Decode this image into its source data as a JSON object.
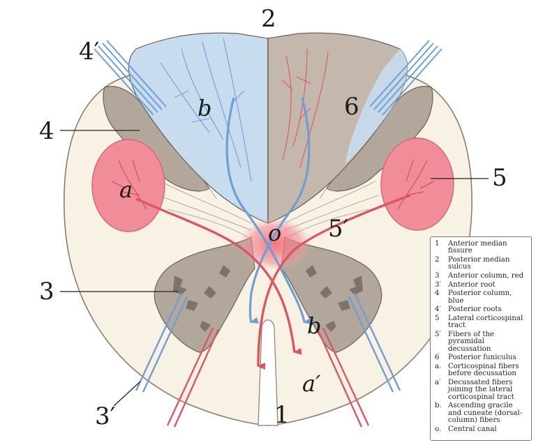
{
  "labels": {
    "n1": "1",
    "n2": "2",
    "n3": "3",
    "n3p": "3′",
    "n4": "4",
    "n4p": "4′",
    "n5": "5",
    "n5p": "5′",
    "n6": "6",
    "a": "a",
    "ap": "a′",
    "b_top": "b",
    "b_bottom": "b",
    "o": "o"
  },
  "legend": [
    {
      "key": "1",
      "text": "Anterior median fissure"
    },
    {
      "key": "2",
      "text": "Posterior median sulcus"
    },
    {
      "key": "3",
      "text": "Anterior column, red"
    },
    {
      "key": "3′",
      "text": "Anterior root"
    },
    {
      "key": "4",
      "text": "Posterior column, blue"
    },
    {
      "key": "4′",
      "text": "Posterior roots"
    },
    {
      "key": "5",
      "text": "Lateral corticospinal tract"
    },
    {
      "key": "5′",
      "text": "Fibers of the pyramidal decussation"
    },
    {
      "key": "6",
      "text": "Posterior funiculus"
    },
    {
      "key": "a.",
      "text": "Corticospinal fibers before decussation"
    },
    {
      "key": "a′",
      "text": "Decussated fibers joining the lateral corticospinal tract"
    },
    {
      "key": "b.",
      "text": "Ascending gracile and cuneate (dorsal-column) fibers"
    },
    {
      "key": "o.",
      "text": "Central canal"
    }
  ],
  "colors": {
    "white_matter": "#f8f2e4",
    "gray_matter": "#b3a79b",
    "posterior_blue": "#c8dcf0",
    "tract_red": "#f18d98",
    "fiber_red": "#de5562",
    "fiber_blue": "#6e9fd2",
    "outline": "#6a5f56"
  }
}
